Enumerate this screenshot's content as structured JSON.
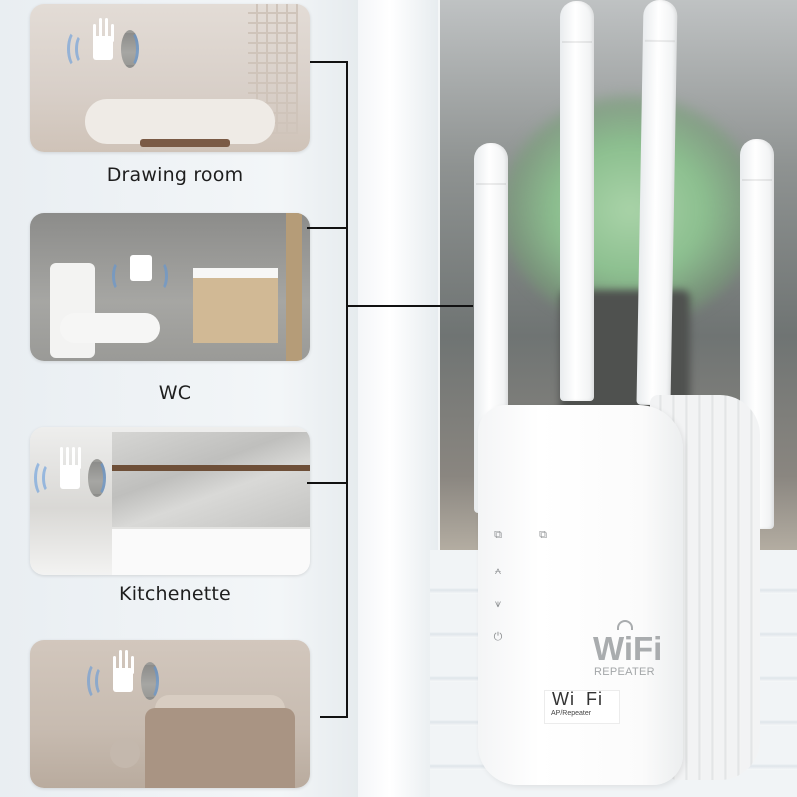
{
  "rooms": [
    {
      "label": "Drawing room"
    },
    {
      "label": "WC"
    },
    {
      "label": "Kitchenette"
    },
    {
      "label": ""
    }
  ],
  "device": {
    "brand_main": "WiFi",
    "brand_sub": "REPEATER",
    "sticker_main": "Wi Fi",
    "sticker_sub": "AP/Repeater",
    "leds": [
      {
        "icon": "lan-icon",
        "glyph": "⧉"
      },
      {
        "icon": "wan-icon",
        "glyph": "⧉"
      },
      {
        "icon": "wireless-signal-icon",
        "glyph": "⩜"
      },
      {
        "icon": "wifi-icon",
        "glyph": "⩛"
      },
      {
        "icon": "power-icon",
        "glyph": "⏻"
      }
    ]
  },
  "colors": {
    "connector_line": "#111111",
    "wave": "#5a96dc",
    "brand_gray": "#a9acae"
  }
}
